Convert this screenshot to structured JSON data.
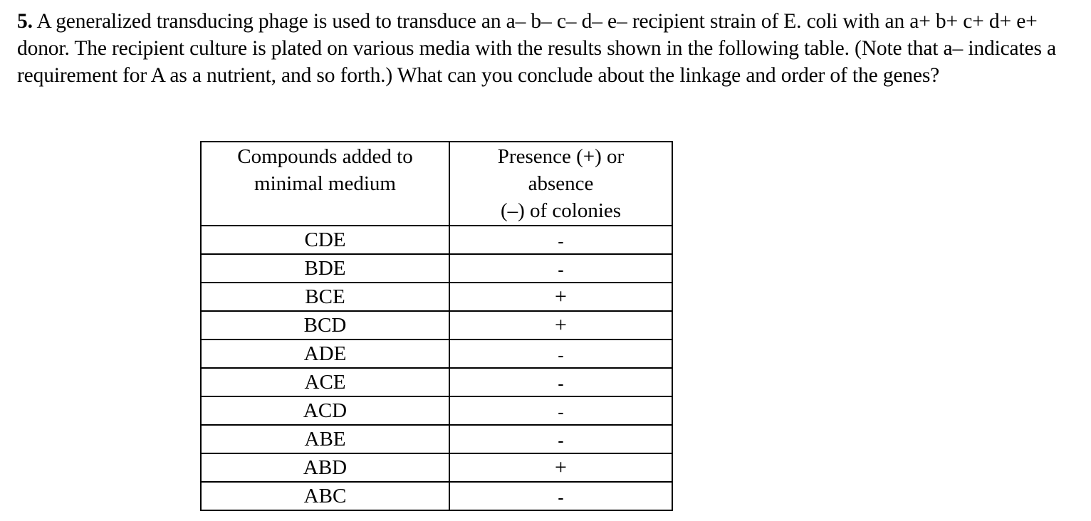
{
  "question": {
    "number": "5.",
    "text": "A generalized transducing phage is used to transduce an a– b– c– d– e– recipient strain of E. coli with an a+ b+ c+ d+ e+ donor. The recipient culture is plated on various media with the results shown in the following table. (Note that a– indicates a requirement for A as a nutrient, and so forth.) What can you conclude about the linkage and order of the genes?"
  },
  "table": {
    "headers": {
      "compounds": [
        "Compounds added to",
        "minimal medium"
      ],
      "result": [
        "Presence (+) or",
        "absence",
        "(–) of colonies"
      ]
    },
    "rows": [
      {
        "compounds": "CDE",
        "result": "-"
      },
      {
        "compounds": "BDE",
        "result": "-"
      },
      {
        "compounds": "BCE",
        "result": "+"
      },
      {
        "compounds": "BCD",
        "result": "+"
      },
      {
        "compounds": "ADE",
        "result": "-"
      },
      {
        "compounds": "ACE",
        "result": "-"
      },
      {
        "compounds": "ACD",
        "result": "-"
      },
      {
        "compounds": "ABE",
        "result": "-"
      },
      {
        "compounds": "ABD",
        "result": "+"
      },
      {
        "compounds": "ABC",
        "result": "-"
      }
    ]
  },
  "colors": {
    "text": "#000000",
    "background": "#ffffff",
    "border": "#000000"
  }
}
